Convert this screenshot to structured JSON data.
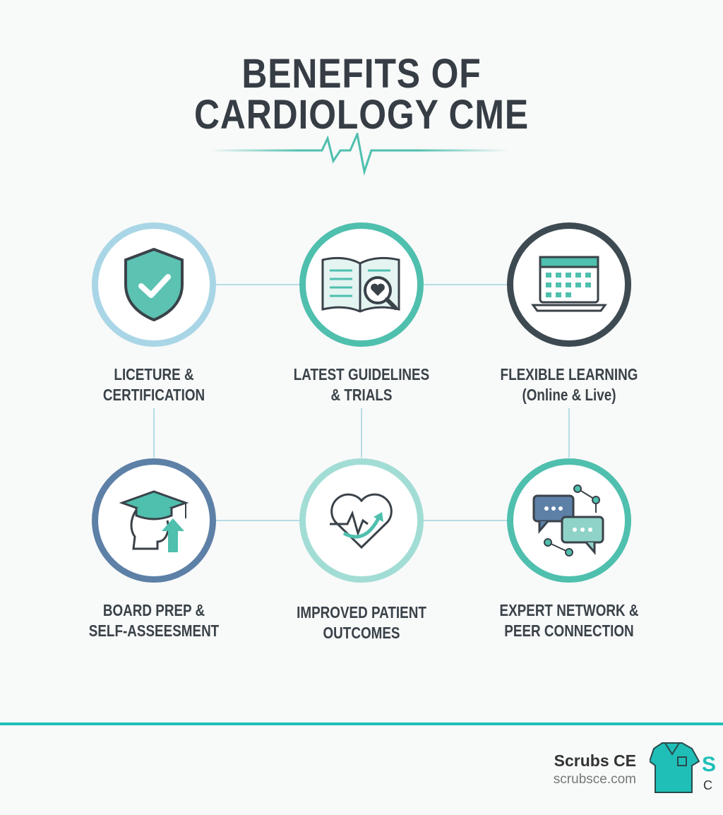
{
  "title": {
    "line1": "BENEFITS OF",
    "line2": "CARDIOLOGY CME"
  },
  "benefits": [
    {
      "line1": "LICETURE &",
      "line2": "CERTIFICATION",
      "icon": "shield-check-icon",
      "color": "#a9d6e6"
    },
    {
      "line1": "LATEST GUIDELINES",
      "line2": "& TRIALS",
      "icon": "book-magnifier-heart-icon",
      "color": "#4fbfae"
    },
    {
      "line1": "FLEXIBLE LEARNING",
      "line2": "(Online & Live)",
      "icon": "laptop-calendar-icon",
      "color": "#3e4a52"
    },
    {
      "line1": "BOARD PREP &",
      "line2": "SELF-ASSEESMENT",
      "icon": "graduation-cap-head-icon",
      "color": "#5d80a7"
    },
    {
      "line1": "IMPROVED PATIENT",
      "line2": "OUTCOMES",
      "icon": "heart-pulse-icon",
      "color": "#a2ddd5"
    },
    {
      "line1": "EXPERT NETWORK &",
      "line2": "PEER CONNECTION",
      "icon": "chat-network-icon",
      "color": "#4fbfae"
    }
  ],
  "brand": {
    "name": "Scrubs CE",
    "url": "scrubsce.com",
    "accent": "#1fbfb8"
  }
}
